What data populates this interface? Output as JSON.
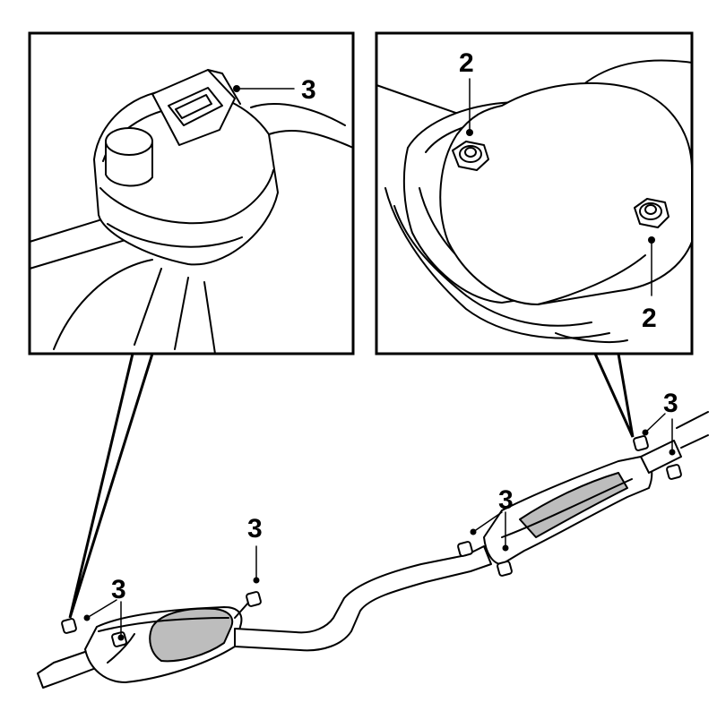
{
  "callouts": {
    "detail_left_hanger": "3",
    "detail_right_upper_nut": "2",
    "detail_right_lower_nut": "2",
    "rear_left_hanger": "3",
    "rear_center_hanger": "3",
    "rear_right_hanger": "3",
    "center_hanger": "3",
    "front_hangers": "3"
  }
}
